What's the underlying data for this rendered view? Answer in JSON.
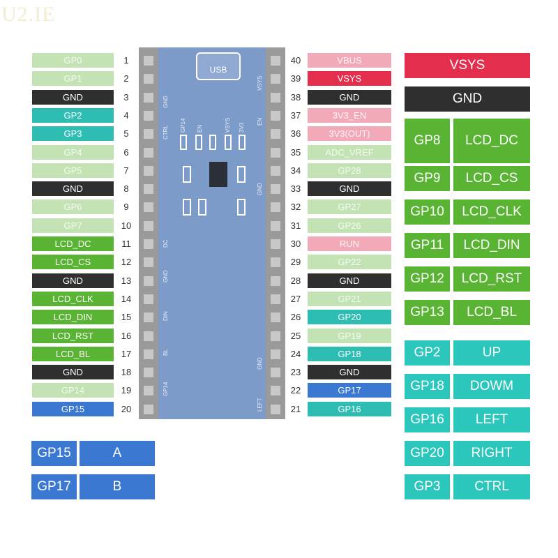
{
  "watermark": "U2.IE",
  "left_pins": [
    {
      "num": "1",
      "label": "GP0",
      "color": "light-green"
    },
    {
      "num": "2",
      "label": "GP1",
      "color": "light-green"
    },
    {
      "num": "3",
      "label": "GND",
      "color": "black"
    },
    {
      "num": "4",
      "label": "GP2",
      "color": "teal"
    },
    {
      "num": "5",
      "label": "GP3",
      "color": "teal"
    },
    {
      "num": "6",
      "label": "GP4",
      "color": "light-green"
    },
    {
      "num": "7",
      "label": "GP5",
      "color": "light-green"
    },
    {
      "num": "8",
      "label": "GND",
      "color": "black"
    },
    {
      "num": "9",
      "label": "GP6",
      "color": "light-green"
    },
    {
      "num": "10",
      "label": "GP7",
      "color": "light-green"
    },
    {
      "num": "11",
      "label": "LCD_DC",
      "color": "green"
    },
    {
      "num": "12",
      "label": "LCD_CS",
      "color": "green"
    },
    {
      "num": "13",
      "label": "GND",
      "color": "black"
    },
    {
      "num": "14",
      "label": "LCD_CLK",
      "color": "green"
    },
    {
      "num": "15",
      "label": "LCD_DIN",
      "color": "green"
    },
    {
      "num": "16",
      "label": "LCD_RST",
      "color": "green"
    },
    {
      "num": "17",
      "label": "LCD_BL",
      "color": "green"
    },
    {
      "num": "18",
      "label": "GND",
      "color": "black"
    },
    {
      "num": "19",
      "label": "GP14",
      "color": "light-green"
    },
    {
      "num": "20",
      "label": "GP15",
      "color": "blue"
    }
  ],
  "right_pins": [
    {
      "num": "40",
      "label": "VBUS",
      "color": "pink"
    },
    {
      "num": "39",
      "label": "VSYS",
      "color": "red"
    },
    {
      "num": "38",
      "label": "GND",
      "color": "black"
    },
    {
      "num": "37",
      "label": "3V3_EN",
      "color": "pink"
    },
    {
      "num": "36",
      "label": "3V3(OUT)",
      "color": "pink"
    },
    {
      "num": "35",
      "label": "ADC_VREF",
      "color": "light-green"
    },
    {
      "num": "34",
      "label": "GP28",
      "color": "light-green"
    },
    {
      "num": "33",
      "label": "GND",
      "color": "black"
    },
    {
      "num": "32",
      "label": "GP27",
      "color": "light-green"
    },
    {
      "num": "31",
      "label": "GP26",
      "color": "light-green"
    },
    {
      "num": "30",
      "label": "RUN",
      "color": "pink"
    },
    {
      "num": "29",
      "label": "GP22",
      "color": "light-green"
    },
    {
      "num": "28",
      "label": "GND",
      "color": "black"
    },
    {
      "num": "27",
      "label": "GP21",
      "color": "light-green"
    },
    {
      "num": "26",
      "label": "GP20",
      "color": "teal"
    },
    {
      "num": "25",
      "label": "GP19",
      "color": "light-green"
    },
    {
      "num": "24",
      "label": "GP18",
      "color": "teal"
    },
    {
      "num": "23",
      "label": "GND",
      "color": "black"
    },
    {
      "num": "22",
      "label": "GP17",
      "color": "blue"
    },
    {
      "num": "21",
      "label": "GP16",
      "color": "teal"
    }
  ],
  "board": {
    "usb_label": "USB",
    "silk_top": [
      "GP14",
      "EN",
      "VSYS",
      "3V3"
    ],
    "silk_left": [
      "GND",
      "CTRL",
      "DC",
      "GND",
      "DIN",
      "BL",
      "GP14"
    ],
    "silk_right": [
      "VSYS",
      "EN",
      "GND",
      "GND",
      "LEFT"
    ]
  },
  "legend_power": [
    {
      "label": "VSYS",
      "color": "#e32f4d"
    },
    {
      "label": "GND",
      "color": "#2f2f2f"
    }
  ],
  "legend_lcd": [
    {
      "gp": "GP8",
      "fn": "LCD_DC"
    },
    {
      "gp": "GP9",
      "fn": "LCD_CS"
    },
    {
      "gp": "GP10",
      "fn": "LCD_CLK"
    },
    {
      "gp": "GP11",
      "fn": "LCD_DIN"
    },
    {
      "gp": "GP12",
      "fn": "LCD_RST"
    },
    {
      "gp": "GP13",
      "fn": "LCD_BL"
    }
  ],
  "legend_keys": [
    {
      "gp": "GP2",
      "fn": "UP"
    },
    {
      "gp": "GP18",
      "fn": "DOWM"
    },
    {
      "gp": "GP16",
      "fn": "LEFT"
    },
    {
      "gp": "GP20",
      "fn": "RIGHT"
    },
    {
      "gp": "GP3",
      "fn": "CTRL"
    }
  ],
  "legend_buttons": [
    {
      "gp": "GP15",
      "fn": "A"
    },
    {
      "gp": "GP17",
      "fn": "B"
    }
  ],
  "colors": {
    "light-green": "#c4e3b5",
    "green": "#5ab434",
    "black": "#2f2f2f",
    "teal": "#2ebdb3",
    "blue": "#3a78d1",
    "pink": "#f2aab8",
    "red": "#e32f4d",
    "lcd_legend": "#5ab434",
    "key_legend": "#2bc6bc",
    "button_legend": "#3a78d1"
  }
}
